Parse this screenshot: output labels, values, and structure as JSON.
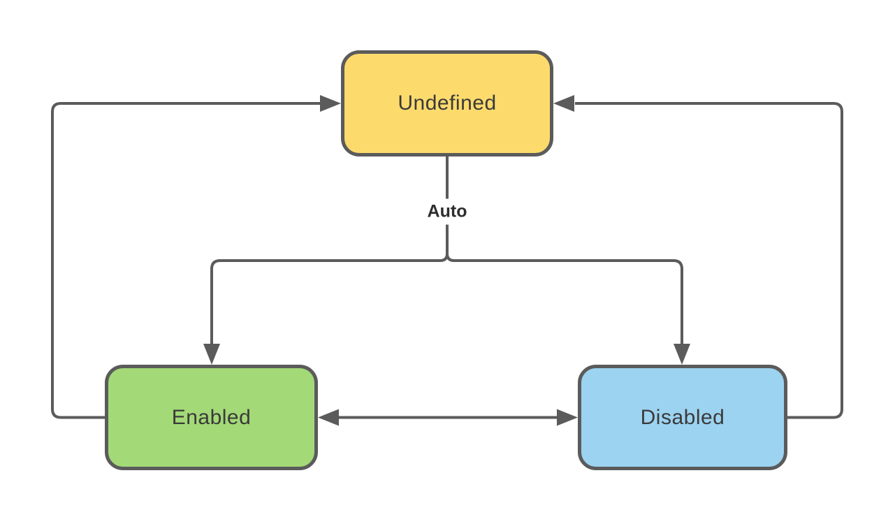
{
  "diagram": {
    "background": "#ffffff",
    "connector_color": "#5b5b5b",
    "node_border_color": "#5b5b5b",
    "node_text_color": "#3a3a3a",
    "nodes": {
      "undefined": {
        "label": "Undefined",
        "fill": "#fcdb6c"
      },
      "enabled": {
        "label": "Enabled",
        "fill": "#a3d977"
      },
      "disabled": {
        "label": "Disabled",
        "fill": "#9cd3f0"
      }
    },
    "labels": {
      "auto": "Auto"
    },
    "edges": [
      {
        "from": "Enabled",
        "to": "Undefined",
        "direction": "one-way"
      },
      {
        "from": "Disabled",
        "to": "Undefined",
        "direction": "one-way"
      },
      {
        "from": "Undefined",
        "to": "Enabled",
        "label": "Auto",
        "direction": "one-way"
      },
      {
        "from": "Undefined",
        "to": "Disabled",
        "label": "Auto",
        "direction": "one-way"
      },
      {
        "from": "Enabled",
        "to": "Disabled",
        "direction": "two-way"
      }
    ]
  }
}
